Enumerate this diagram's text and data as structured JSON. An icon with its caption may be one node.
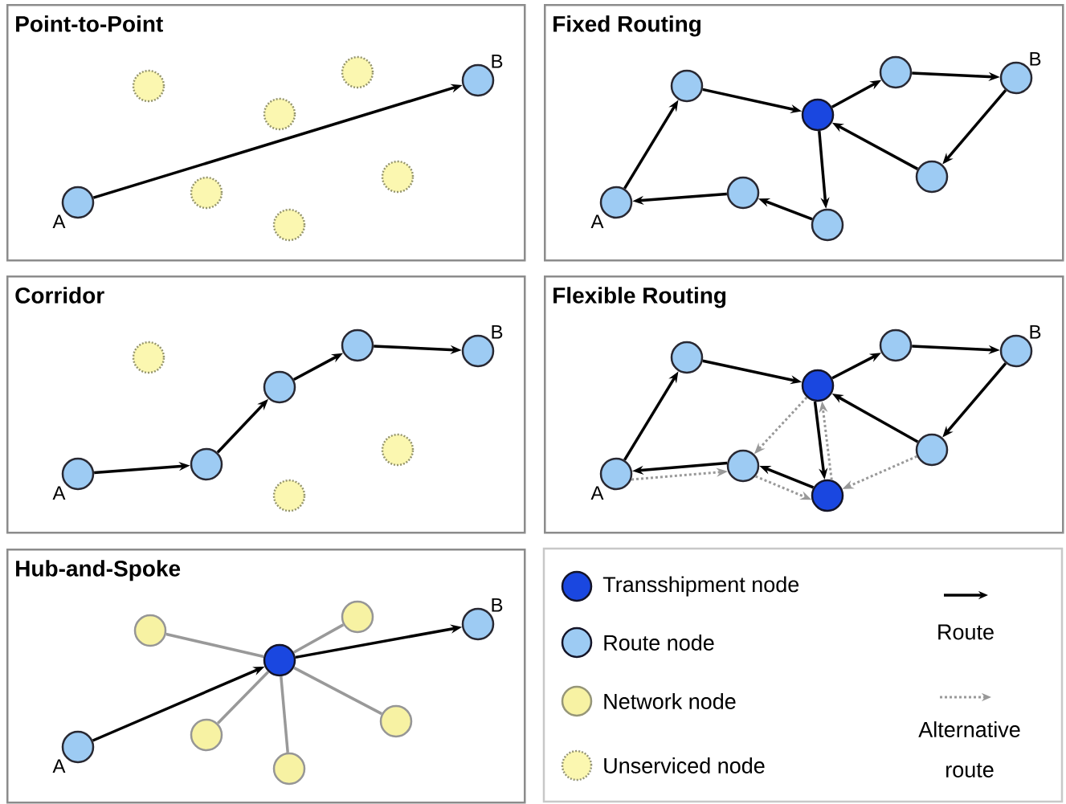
{
  "diagram": {
    "nodes": [
      {
        "text": [
          "Point-to-Point"
        ]
      },
      {
        "text": [],
        "shape": "circle",
        "in": 0,
        "beside": [
          "A"
        ]
      },
      {
        "text": [],
        "shape": "circle",
        "in": 0,
        "beside": [
          "B"
        ]
      },
      {
        "text": [],
        "shape": "circle",
        "in": 0
      },
      {
        "text": [],
        "shape": "circle",
        "in": 0
      },
      {
        "text": [],
        "shape": "circle",
        "in": 0
      },
      {
        "text": [],
        "shape": "circle",
        "in": 0
      },
      {
        "text": [],
        "shape": "circle",
        "in": 0
      },
      {
        "text": [],
        "shape": "circle",
        "in": 0
      },
      {
        "text": [
          "Fixed Routing"
        ]
      },
      {
        "text": [],
        "shape": "circle",
        "in": 9,
        "beside": [
          "A"
        ]
      },
      {
        "text": [],
        "shape": "circle",
        "in": 9
      },
      {
        "text": [],
        "shape": "circle",
        "in": 9
      },
      {
        "text": [],
        "shape": "circle",
        "in": 9
      },
      {
        "text": [],
        "shape": "circle",
        "in": 9,
        "beside": [
          "B"
        ]
      },
      {
        "text": [],
        "shape": "circle",
        "in": 9
      },
      {
        "text": [],
        "shape": "circle",
        "in": 9
      },
      {
        "text": [],
        "shape": "circle",
        "in": 9
      },
      {
        "text": [
          "Corridor"
        ]
      },
      {
        "text": [],
        "shape": "circle",
        "in": 18,
        "beside": [
          "A"
        ]
      },
      {
        "text": [],
        "shape": "circle",
        "in": 18
      },
      {
        "text": [],
        "shape": "circle",
        "in": 18
      },
      {
        "text": [],
        "shape": "circle",
        "in": 18
      },
      {
        "text": [],
        "shape": "circle",
        "in": 18,
        "beside": [
          "B"
        ]
      },
      {
        "text": [],
        "shape": "circle",
        "in": 18
      },
      {
        "text": [],
        "shape": "circle",
        "in": 18
      },
      {
        "text": [],
        "shape": "circle",
        "in": 18
      },
      {
        "text": [
          "Flexible Routing"
        ]
      },
      {
        "text": [],
        "shape": "circle",
        "in": 27,
        "beside": [
          "A"
        ]
      },
      {
        "text": [],
        "shape": "circle",
        "in": 27
      },
      {
        "text": [],
        "shape": "circle",
        "in": 27
      },
      {
        "text": [],
        "shape": "circle",
        "in": 27
      },
      {
        "text": [],
        "shape": "circle",
        "in": 27,
        "beside": [
          "B"
        ]
      },
      {
        "text": [],
        "shape": "circle",
        "in": 27
      },
      {
        "text": [],
        "shape": "circle",
        "in": 27
      },
      {
        "text": [],
        "shape": "circle",
        "in": 27
      },
      {
        "text": [
          "Hub-and-Spoke"
        ]
      },
      {
        "text": [],
        "shape": "circle",
        "in": 36,
        "beside": [
          "A"
        ]
      },
      {
        "text": [],
        "shape": "circle",
        "in": 36,
        "beside": [
          "B"
        ]
      },
      {
        "text": [],
        "shape": "circle",
        "in": 36
      },
      {
        "text": [],
        "shape": "circle",
        "in": 36
      },
      {
        "text": [],
        "shape": "circle",
        "in": 36
      },
      {
        "text": [],
        "shape": "circle",
        "in": 36
      },
      {
        "text": [],
        "shape": "circle",
        "in": 36
      },
      {
        "text": [],
        "shape": "circle",
        "in": 36
      }
    ],
    "edges": [
      {
        "from": 1,
        "to": 2,
        "arrow": "to"
      },
      {
        "from": 10,
        "to": 11,
        "arrow": "to"
      },
      {
        "from": 11,
        "to": 12,
        "arrow": "to"
      },
      {
        "from": 12,
        "to": 13,
        "arrow": "to"
      },
      {
        "from": 13,
        "to": 14,
        "arrow": "to"
      },
      {
        "from": 14,
        "to": 15,
        "arrow": "to"
      },
      {
        "from": 15,
        "to": 12,
        "arrow": "to"
      },
      {
        "from": 12,
        "to": 16,
        "arrow": "to"
      },
      {
        "from": 16,
        "to": 17,
        "arrow": "to"
      },
      {
        "from": 17,
        "to": 10,
        "arrow": "to"
      },
      {
        "from": 19,
        "to": 20,
        "arrow": "to"
      },
      {
        "from": 20,
        "to": 21,
        "arrow": "to"
      },
      {
        "from": 21,
        "to": 22,
        "arrow": "to"
      },
      {
        "from": 22,
        "to": 23,
        "arrow": "to"
      },
      {
        "from": 28,
        "to": 29,
        "arrow": "to"
      },
      {
        "from": 29,
        "to": 30,
        "arrow": "to"
      },
      {
        "from": 30,
        "to": 31,
        "arrow": "to"
      },
      {
        "from": 31,
        "to": 32,
        "arrow": "to"
      },
      {
        "from": 32,
        "to": 33,
        "arrow": "to"
      },
      {
        "from": 33,
        "to": 30,
        "arrow": "to"
      },
      {
        "from": 30,
        "to": 35,
        "arrow": "to"
      },
      {
        "from": 35,
        "to": 34,
        "arrow": "to"
      },
      {
        "from": 34,
        "to": 28,
        "arrow": "to"
      },
      {
        "from": 28,
        "to": 34,
        "arrow": "to",
        "style": "dashed",
        "color": "#999999"
      },
      {
        "from": 34,
        "to": 35,
        "arrow": "to",
        "style": "dashed",
        "color": "#999999"
      },
      {
        "from": 33,
        "to": 35,
        "arrow": "to",
        "style": "dashed",
        "color": "#999999"
      },
      {
        "from": 30,
        "to": 34,
        "arrow": "to",
        "style": "dashed",
        "color": "#999999"
      },
      {
        "from": 35,
        "to": 30,
        "arrow": "to",
        "style": "dashed",
        "color": "#999999"
      },
      {
        "from": 37,
        "to": 39,
        "arrow": "to"
      },
      {
        "from": 39,
        "to": 38,
        "arrow": "to"
      },
      {
        "from": 39,
        "to": 40,
        "arrow": "none",
        "color": "#999999"
      },
      {
        "from": 39,
        "to": 41,
        "arrow": "none",
        "color": "#999999"
      },
      {
        "from": 39,
        "to": 42,
        "arrow": "none",
        "color": "#999999"
      },
      {
        "from": 39,
        "to": 43,
        "arrow": "none",
        "color": "#999999"
      },
      {
        "from": 39,
        "to": 44,
        "arrow": "none",
        "color": "#999999"
      }
    ],
    "legend": [
      {
        "text": "Transshipment node",
        "color": "#1a47e0"
      },
      {
        "text": "Route node",
        "color": "#9dcbf3"
      },
      {
        "text": "Network node",
        "color": "#f7f2a3"
      },
      {
        "text": "Unserviced node",
        "color": "#fbf7b0"
      },
      {
        "text": "Route"
      },
      {
        "text": "Alternative route"
      }
    ]
  }
}
